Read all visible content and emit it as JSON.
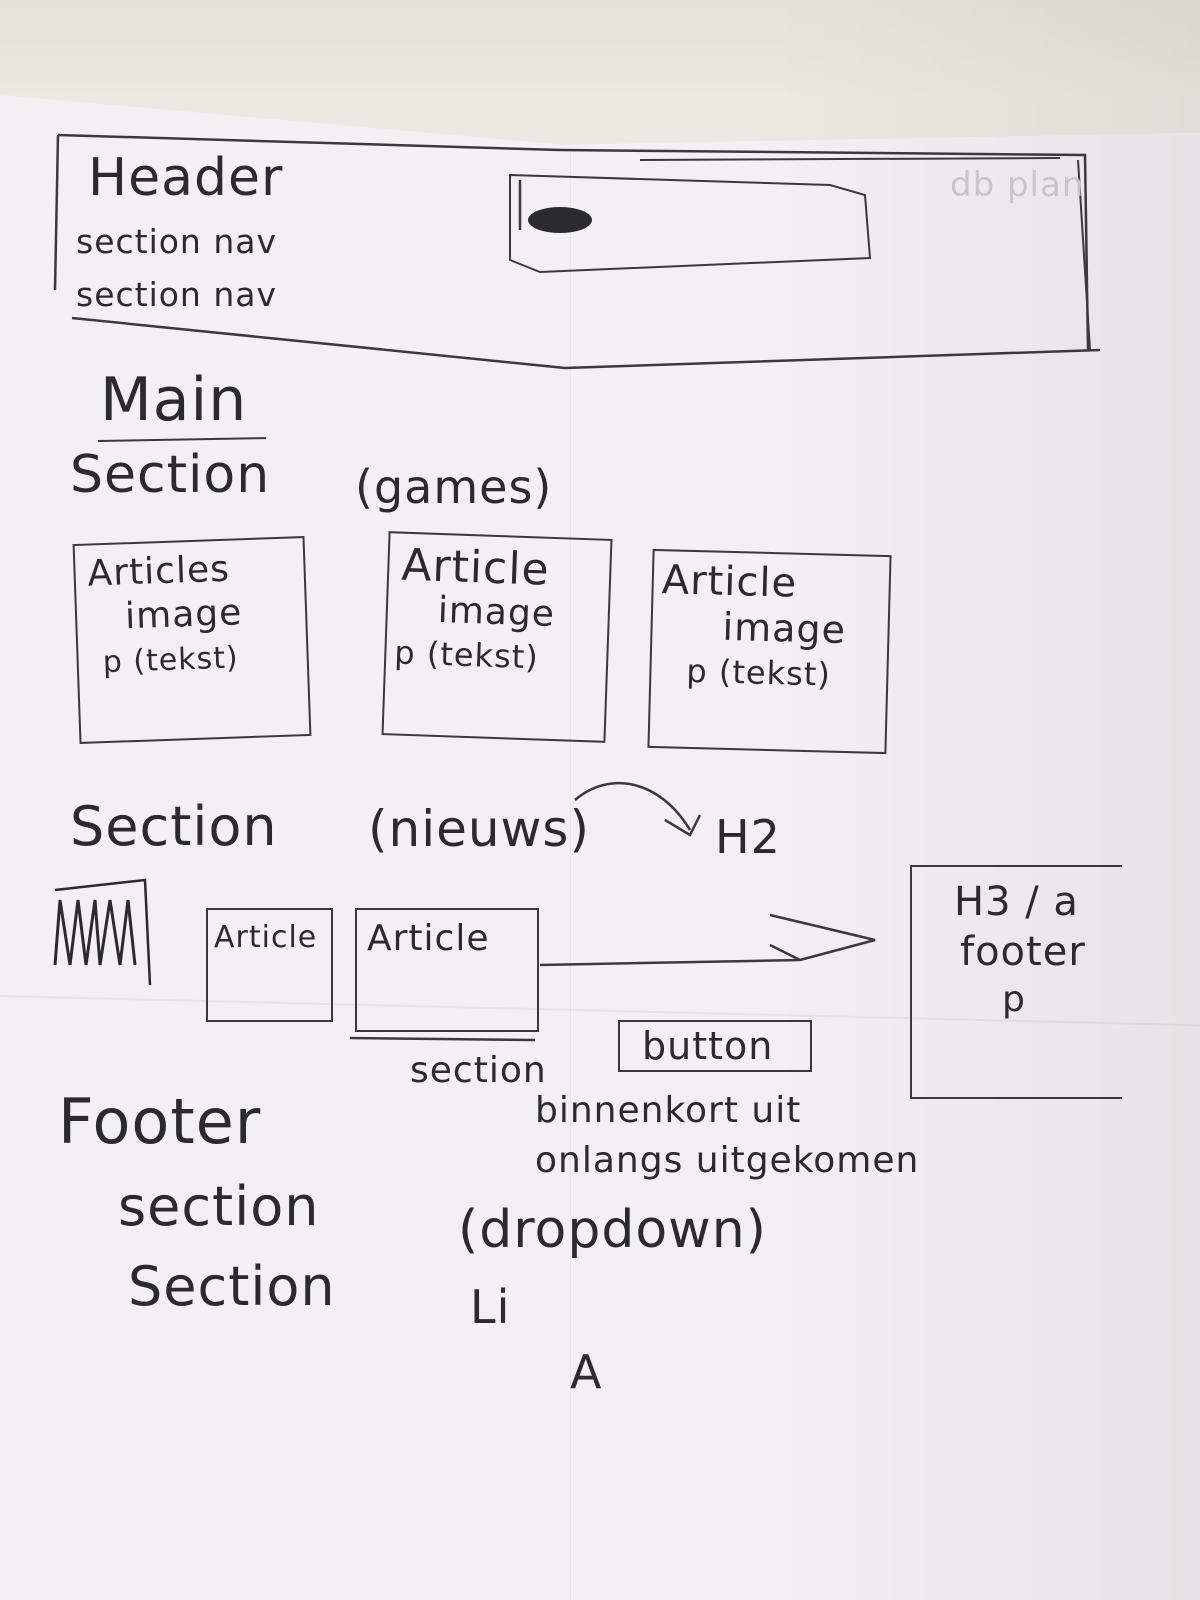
{
  "header": {
    "title": "Header",
    "nav1": "section nav",
    "nav2": "section nav",
    "corner": "db plan"
  },
  "main": {
    "title": "Main",
    "games_section": "Section",
    "games_label": "(games)",
    "articles": [
      {
        "title": "Articles",
        "image": "image",
        "text": "p (tekst)"
      },
      {
        "title": "Article",
        "image": "image",
        "text": "p (tekst)"
      },
      {
        "title": "Article",
        "image": "image",
        "text": "p (tekst)"
      }
    ],
    "news_section": "Section",
    "news_label": "(nieuws)",
    "news_heading": "H2",
    "news_articles": [
      "Article",
      "Article"
    ],
    "sub_section": "section",
    "side_box": {
      "line1": "H3 / a",
      "line2": "footer",
      "line3": "p"
    },
    "button": "button",
    "options": [
      "binnenkort uit",
      "onlangs uitgekomen"
    ]
  },
  "footer": {
    "title": "Footer",
    "section1": "section",
    "section2": "Section",
    "dropdown": "(dropdown)",
    "li": "Li",
    "a": "A"
  }
}
